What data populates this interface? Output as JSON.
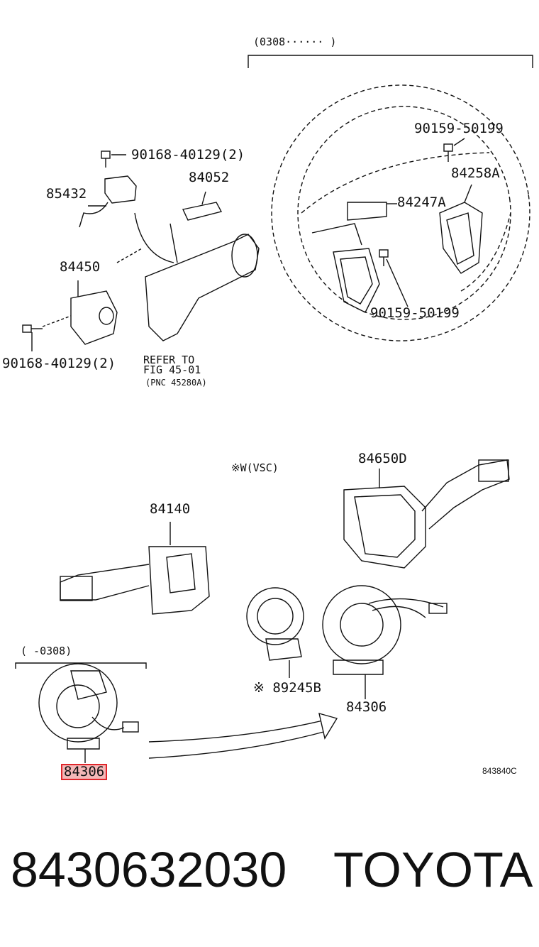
{
  "header": {
    "range_top": "(0308······        )"
  },
  "labels": {
    "p90168_top": "90168-40129(2)",
    "p84052": "84052",
    "p85432": "85432",
    "p84450": "84450",
    "p90168_bottom": "90168-40129(2)",
    "refer1": "REFER TO",
    "refer2": "FIG 45-01",
    "refer3": "(PNC 45280A)",
    "p90159_top": "90159-50199",
    "p84258A": "84258A",
    "p84247A": "84247A",
    "p90159_bottom": "90159-50199",
    "vsc": "※W(VSC)",
    "p84650D": "84650D",
    "p84140": "84140",
    "range_bottom": "(      -0308)",
    "p89245B": "※ 89245B",
    "p84306_right": "84306",
    "p84306_highlight": "84306",
    "code": "843840C"
  },
  "footer": {
    "part_number": "8430632030",
    "brand": "TOYOTA"
  },
  "colors": {
    "highlight_border": "#e0262b",
    "highlight_fill": "#f4b8b8",
    "ink": "#111111"
  }
}
